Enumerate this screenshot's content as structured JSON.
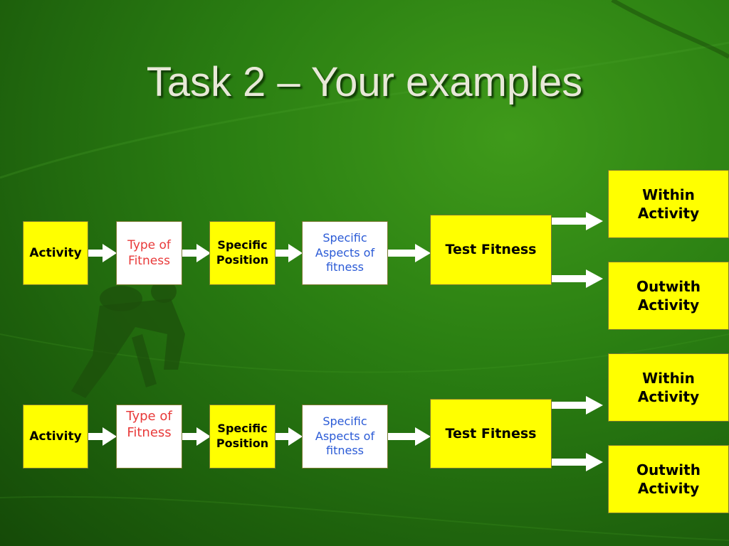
{
  "title": "Task 2 – Your examples",
  "colors": {
    "background": "#2a7e12",
    "box_yellow": "#ffff00",
    "box_white": "#ffffff",
    "type_text": "#e83a3a",
    "aspect_text": "#2a5ad6"
  },
  "rows": [
    {
      "activity": "Activity",
      "type_of_fitness": [
        "Type of",
        "Fitness"
      ],
      "specific_position": [
        "Specific",
        "Position"
      ],
      "specific_aspects": [
        "Specific",
        "Aspects of",
        "fitness"
      ],
      "test_fitness": "Test Fitness",
      "within": [
        "Within",
        "Activity"
      ],
      "outwith": [
        "Outwith",
        "Activity"
      ]
    },
    {
      "activity": "Activity",
      "type_of_fitness": [
        "Type of",
        "Fitness"
      ],
      "specific_position": [
        "Specific",
        "Position"
      ],
      "specific_aspects": [
        "Specific",
        "Aspects of",
        "fitness"
      ],
      "test_fitness": "Test Fitness",
      "within": [
        "Within",
        "Activity"
      ],
      "outwith": [
        "Outwith",
        "Activity"
      ]
    }
  ]
}
